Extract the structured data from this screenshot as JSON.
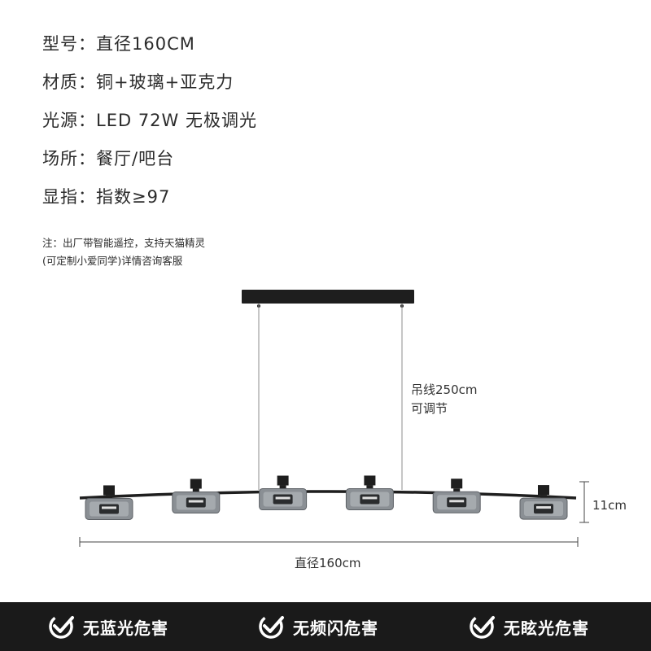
{
  "specs": [
    {
      "label": "型号：",
      "value": "直径160CM"
    },
    {
      "label": "材质：",
      "value": "铜+玻璃+亚克力"
    },
    {
      "label": "光源：",
      "value": "LED 72W 无极调光"
    },
    {
      "label": "场所：",
      "value": "餐厅/吧台"
    },
    {
      "label": "显指：",
      "value": "指数≥97"
    }
  ],
  "notes": {
    "line1": "注：出厂带智能遥控，支持天猫精灵",
    "line2": "(可定制小爱同学)详情咨询客服"
  },
  "dimensions": {
    "cable_line1": "吊线250cm",
    "cable_line2": "可调节",
    "height": "11cm",
    "width": "直径160cm"
  },
  "lamp": {
    "shade_count": 6,
    "body_color": "#1e1e1e",
    "glass_color": "#8a8f94"
  },
  "badges": [
    {
      "icon": "check-shield-icon",
      "label": "无蓝光危害"
    },
    {
      "icon": "check-shield-icon",
      "label": "无频闪危害"
    },
    {
      "icon": "check-shield-icon",
      "label": "无眩光危害"
    }
  ]
}
